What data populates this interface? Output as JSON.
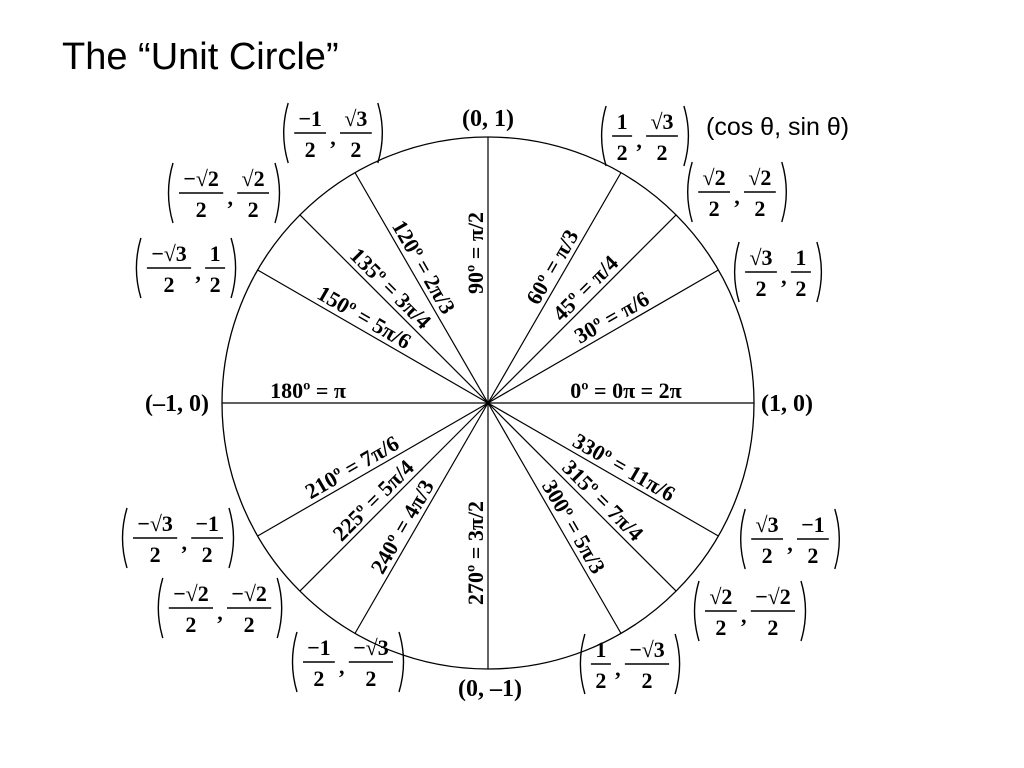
{
  "title": "The “Unit Circle”",
  "legend": "(cos θ, sin θ)",
  "colors": {
    "ink": "#000000",
    "background": "#ffffff"
  },
  "angles": [
    {
      "deg": 0,
      "label": "0º = 0π = 2π"
    },
    {
      "deg": 30,
      "label": "30º = π/6"
    },
    {
      "deg": 45,
      "label": "45º = π/4"
    },
    {
      "deg": 60,
      "label": "60º = π/3"
    },
    {
      "deg": 90,
      "label": "90º = π/2"
    },
    {
      "deg": 120,
      "label": "120º = 2π/3"
    },
    {
      "deg": 135,
      "label": "135º = 3π/4"
    },
    {
      "deg": 150,
      "label": "150º = 5π/6"
    },
    {
      "deg": 180,
      "label": "180º = π"
    },
    {
      "deg": 210,
      "label": "210º = 7π/6"
    },
    {
      "deg": 225,
      "label": "225º = 5π/4"
    },
    {
      "deg": 240,
      "label": "240º = 4π/3"
    },
    {
      "deg": 270,
      "label": "270º = 3π/2"
    },
    {
      "deg": 300,
      "label": "300º = 5π/3"
    },
    {
      "deg": 315,
      "label": "315º = 7π/4"
    },
    {
      "deg": 330,
      "label": "330º = 11π/6"
    }
  ],
  "coordinates": [
    {
      "deg": 0,
      "text": "(1, 0)"
    },
    {
      "deg": 30,
      "x": [
        "√3",
        "2"
      ],
      "y": [
        "1",
        "2"
      ]
    },
    {
      "deg": 45,
      "x": [
        "√2",
        "2"
      ],
      "y": [
        "√2",
        "2"
      ]
    },
    {
      "deg": 60,
      "x": [
        "1",
        "2"
      ],
      "y": [
        "√3",
        "2"
      ]
    },
    {
      "deg": 90,
      "text": "(0, 1)"
    },
    {
      "deg": 120,
      "x": [
        "−1",
        "2"
      ],
      "y": [
        "√3",
        "2"
      ]
    },
    {
      "deg": 135,
      "x": [
        "−√2",
        "2"
      ],
      "y": [
        "√2",
        "2"
      ]
    },
    {
      "deg": 150,
      "x": [
        "−√3",
        "2"
      ],
      "y": [
        "1",
        "2"
      ]
    },
    {
      "deg": 180,
      "text": "(–1, 0)"
    },
    {
      "deg": 210,
      "x": [
        "−√3",
        "2"
      ],
      "y": [
        "−1",
        "2"
      ]
    },
    {
      "deg": 225,
      "x": [
        "−√2",
        "2"
      ],
      "y": [
        "−√2",
        "2"
      ]
    },
    {
      "deg": 240,
      "x": [
        "−1",
        "2"
      ],
      "y": [
        "−√3",
        "2"
      ]
    },
    {
      "deg": 270,
      "text": "(0, –1)"
    },
    {
      "deg": 300,
      "x": [
        "1",
        "2"
      ],
      "y": [
        "−√3",
        "2"
      ]
    },
    {
      "deg": 315,
      "x": [
        "√2",
        "2"
      ],
      "y": [
        "−√2",
        "2"
      ]
    },
    {
      "deg": 330,
      "x": [
        "√3",
        "2"
      ],
      "y": [
        "−1",
        "2"
      ]
    }
  ]
}
